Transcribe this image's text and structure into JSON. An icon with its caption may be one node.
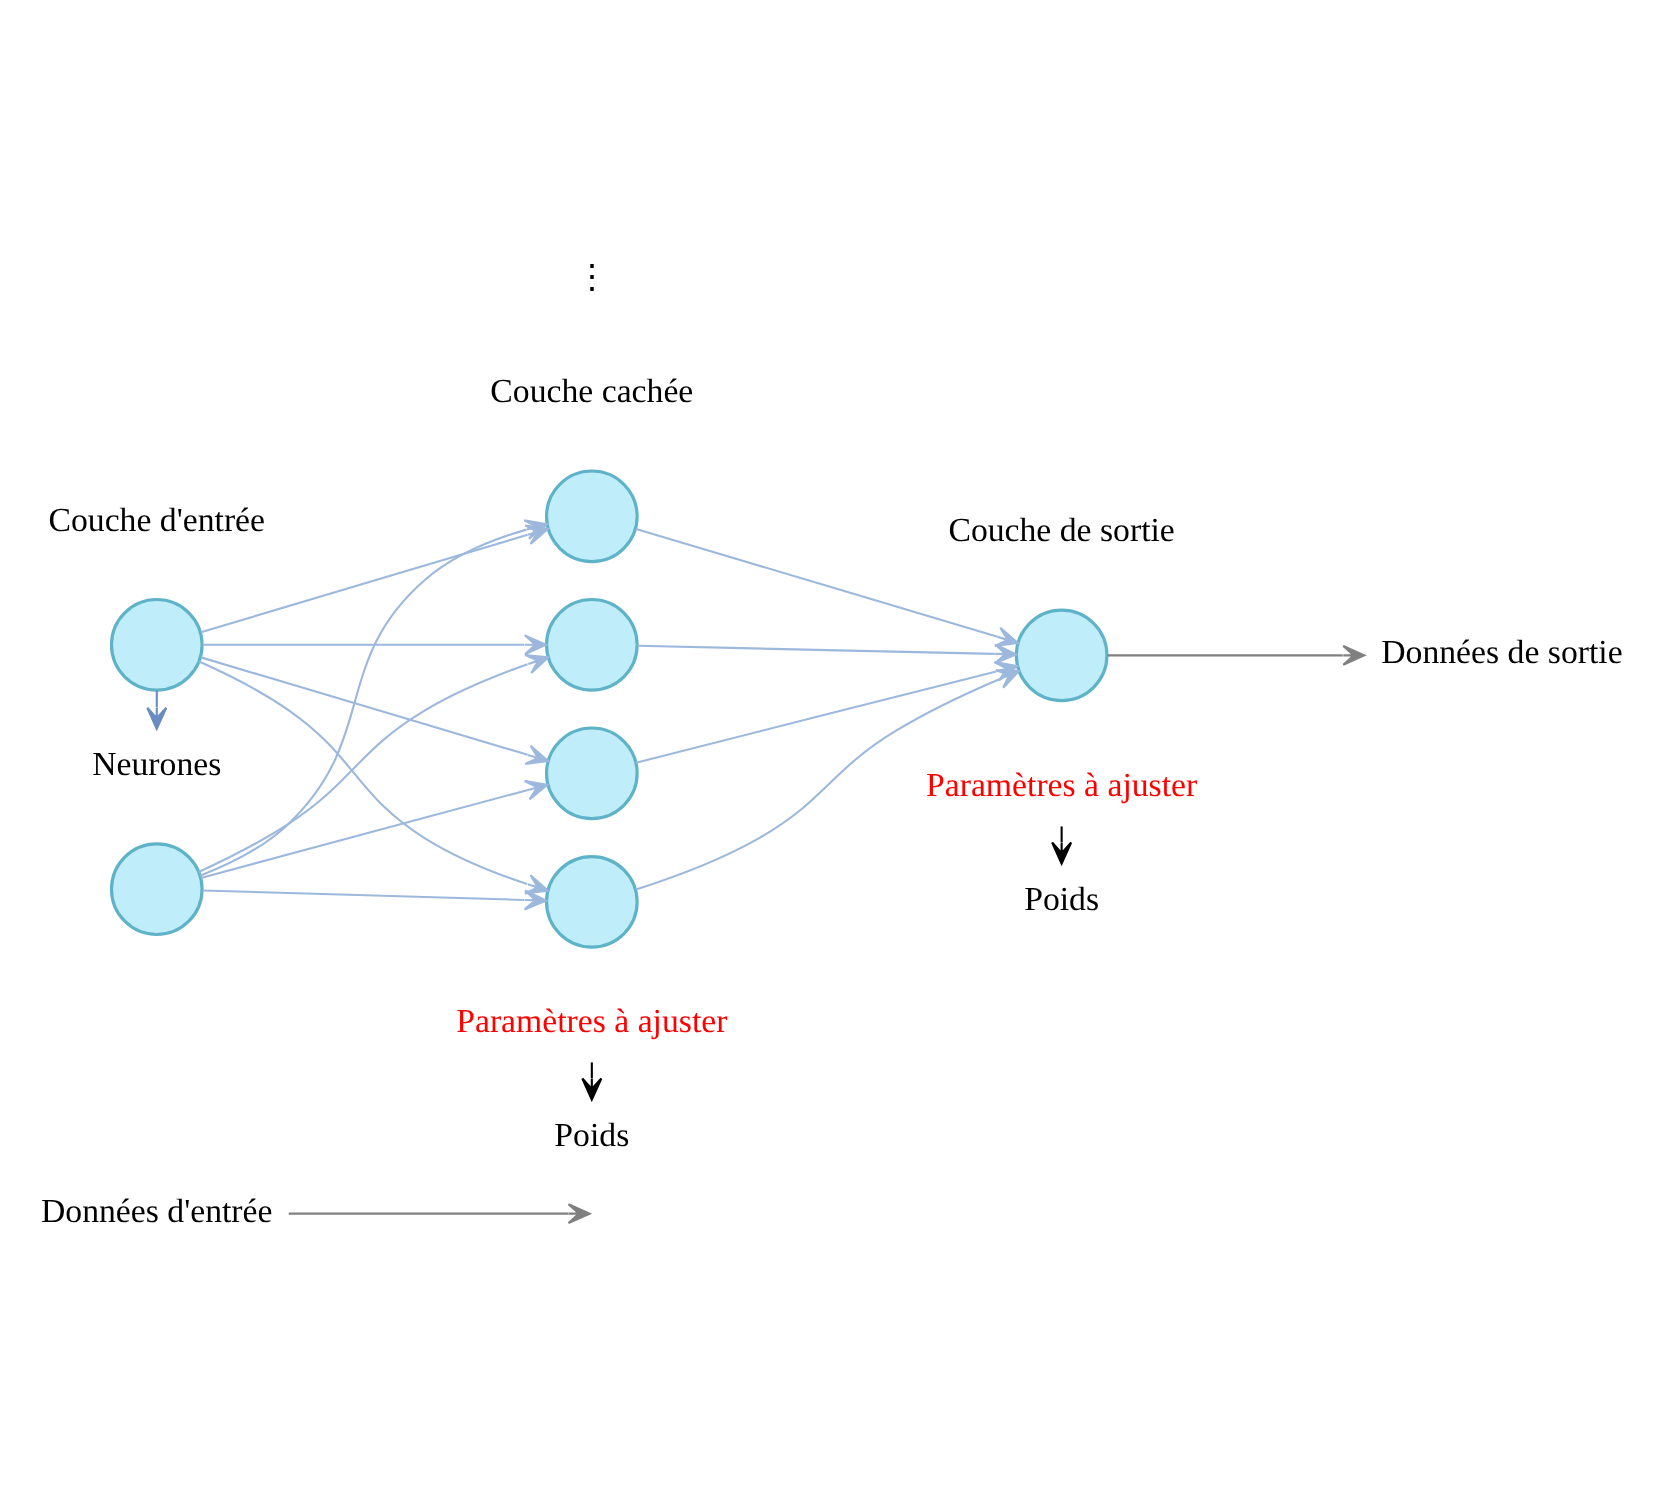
{
  "diagram": {
    "nodes": [
      {
        "text": [
          "Données d'entrée"
        ]
      },
      {
        "text": [],
        "shape": "circle"
      },
      {
        "text": [],
        "shape": "circle"
      },
      {
        "text": [],
        "shape": "circle"
      },
      {
        "text": [],
        "shape": "circle"
      },
      {
        "text": [],
        "shape": "circle"
      },
      {
        "text": [],
        "shape": "circle"
      },
      {
        "text": [],
        "shape": "circle"
      },
      {
        "text": [
          "Données de sortie"
        ]
      },
      {
        "text": [
          "Neurones"
        ]
      },
      {
        "text": [
          "Poids"
        ]
      },
      {
        "text": [
          "Poids"
        ]
      },
      {
        "text": [
          "Paramètres à ajuster"
        ]
      },
      {
        "text": [
          "Paramètres à ajuster"
        ]
      }
    ],
    "edges": [
      {
        "from": 0,
        "to": null,
        "arrow": "to",
        "color": "#808080"
      },
      {
        "from": 1,
        "to": 3,
        "arrow": "to"
      },
      {
        "from": 1,
        "to": 4,
        "arrow": "to"
      },
      {
        "from": 1,
        "to": 5,
        "arrow": "to"
      },
      {
        "from": 1,
        "to": 6,
        "arrow": "to"
      },
      {
        "from": 2,
        "to": 3,
        "arrow": "to"
      },
      {
        "from": 2,
        "to": 4,
        "arrow": "to"
      },
      {
        "from": 2,
        "to": 5,
        "arrow": "to"
      },
      {
        "from": 2,
        "to": 6,
        "arrow": "to"
      },
      {
        "from": 3,
        "to": 7,
        "arrow": "to"
      },
      {
        "from": 4,
        "to": 7,
        "arrow": "to"
      },
      {
        "from": 5,
        "to": 7,
        "arrow": "to"
      },
      {
        "from": 6,
        "to": 7,
        "arrow": "to"
      },
      {
        "from": 7,
        "to": 8,
        "arrow": "to",
        "color": "#808080"
      },
      {
        "from": 2,
        "to": 9,
        "arrow": "to",
        "color": "#6a8cc0"
      },
      {
        "from": 12,
        "to": 10,
        "arrow": "to",
        "color": "#000000"
      },
      {
        "from": 13,
        "to": 11,
        "arrow": "to",
        "color": "#000000"
      }
    ],
    "labels": [
      "Couche d'entrée",
      "Couche cachée",
      "Couche de sortie",
      "⋮"
    ]
  }
}
